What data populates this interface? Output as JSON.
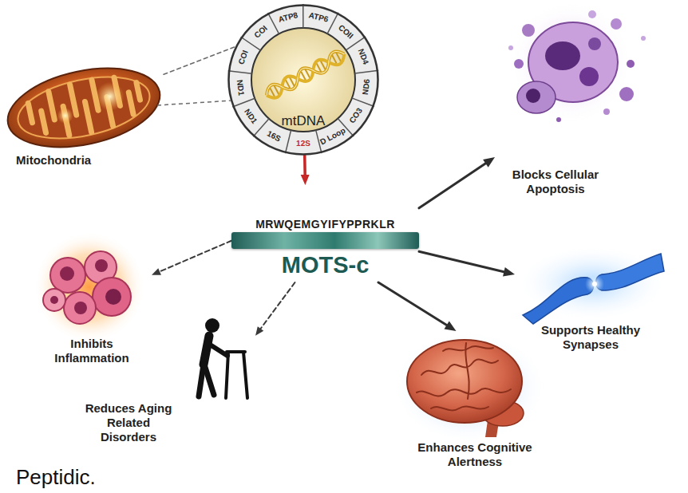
{
  "diagram": {
    "nodes": [
      {
        "text": [
          "Mitochondria"
        ]
      },
      {
        "text": [
          "mtDNA"
        ]
      },
      {
        "text": [
          "Blocks Cellular Apoptosis"
        ]
      },
      {
        "text": [
          "MRWQEMGYIFYPPRKLR",
          "MOTS-c"
        ]
      },
      {
        "text": [
          "Inhibits Inflammation"
        ]
      },
      {
        "text": [
          "Supports Healthy Synapses"
        ]
      },
      {
        "text": [
          "Reduces Aging Related Disorders"
        ]
      },
      {
        "text": [
          "Enhances Cognitive Alertness"
        ]
      }
    ],
    "edges": [
      {
        "from": 0,
        "to": 1,
        "arrow": "none"
      },
      {
        "from": 1,
        "to": 3,
        "arrow": "to"
      },
      {
        "from": 3,
        "to": 2,
        "arrow": "to"
      },
      {
        "from": 3,
        "to": 4,
        "arrow": "to"
      },
      {
        "from": 3,
        "to": 5,
        "arrow": "to"
      },
      {
        "from": 3,
        "to": 6,
        "arrow": "to"
      },
      {
        "from": 3,
        "to": 7,
        "arrow": "to"
      }
    ],
    "labels": [
      "ATP8",
      "ATP6",
      "COII",
      "ND4",
      "ND6",
      "CO3",
      "D Loop",
      "12S",
      "16S",
      "ND1",
      "ND1",
      "COI",
      "COI",
      "Peptidic."
    ]
  }
}
